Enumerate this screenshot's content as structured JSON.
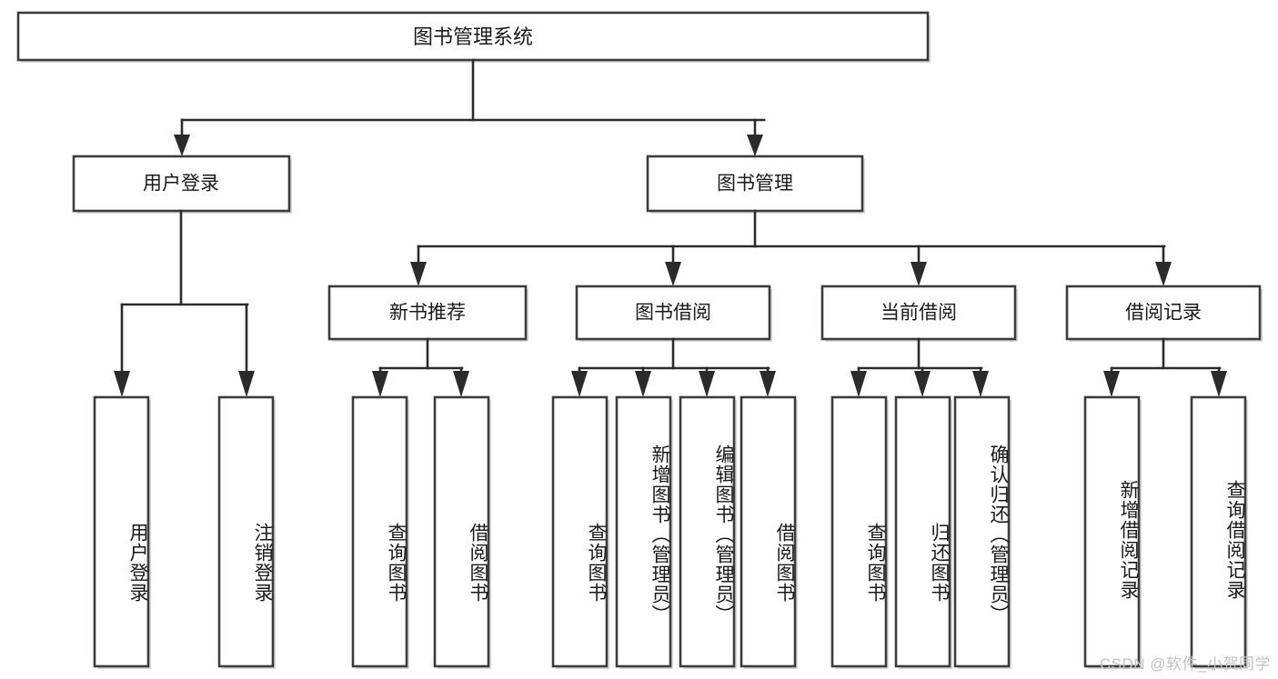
{
  "diagram": {
    "type": "tree-hierarchy",
    "title": "图书管理系统",
    "orientation": "top-down",
    "root": {
      "id": "root",
      "label": "图书管理系统"
    },
    "level2": [
      {
        "id": "user-login",
        "label": "用户登录"
      },
      {
        "id": "book-manage",
        "label": "图书管理"
      }
    ],
    "level3": [
      {
        "id": "new-book-rec",
        "label": "新书推荐",
        "parent": "book-manage"
      },
      {
        "id": "book-borrow",
        "label": "图书借阅",
        "parent": "book-manage"
      },
      {
        "id": "current-borrow",
        "label": "当前借阅",
        "parent": "book-manage"
      },
      {
        "id": "borrow-record",
        "label": "借阅记录",
        "parent": "book-manage"
      }
    ],
    "leaves": {
      "user-login": [
        {
          "id": "leaf-user-login",
          "label": "用户登录"
        },
        {
          "id": "leaf-user-logout",
          "label": "注销登录"
        }
      ],
      "new-book-rec": [
        {
          "id": "leaf-query-book-1",
          "label": "查询图书"
        },
        {
          "id": "leaf-borrow-book-1",
          "label": "借阅图书"
        }
      ],
      "book-borrow": [
        {
          "id": "leaf-query-book-2",
          "label": "查询图书"
        },
        {
          "id": "leaf-add-book",
          "label": "新增图书（管理员）"
        },
        {
          "id": "leaf-edit-book",
          "label": "编辑图书（管理员）"
        },
        {
          "id": "leaf-borrow-book-2",
          "label": "借阅图书"
        }
      ],
      "current-borrow": [
        {
          "id": "leaf-query-book-3",
          "label": "查询图书"
        },
        {
          "id": "leaf-return-book",
          "label": "归还图书"
        },
        {
          "id": "leaf-confirm-return",
          "label": "确认归还（管理员）"
        }
      ],
      "borrow-record": [
        {
          "id": "leaf-add-record",
          "label": "新增借阅记录"
        },
        {
          "id": "leaf-query-record",
          "label": "查询借阅记录"
        }
      ]
    }
  },
  "watermark": {
    "text": "CSDN @软件_小贺同学"
  },
  "colors": {
    "box_border": "#3c3c3c",
    "connector": "#2b2b2b",
    "background": "#ffffff",
    "text": "#1a1a1a",
    "watermark": "#c2c2c2"
  }
}
